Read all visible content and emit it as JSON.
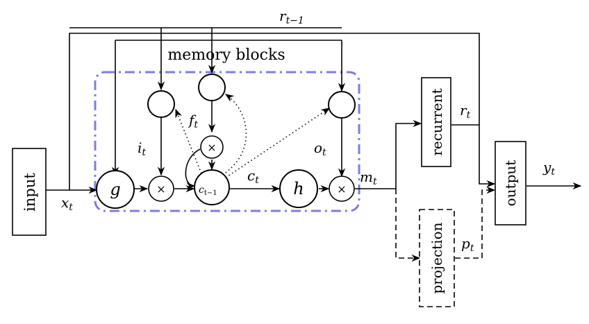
{
  "labels": {
    "memory_blocks": "memory blocks",
    "input": "input",
    "recurrent": "recurrent",
    "output": "output",
    "projection": "projection",
    "g": "g",
    "h": "h",
    "mult": "×",
    "cell": "c",
    "cell_sub": "t−1",
    "c_t": "c",
    "c_t_sub": "t",
    "x_t": "x",
    "x_t_sub": "t",
    "i_t": "i",
    "i_t_sub": "t",
    "f_t": "f",
    "f_t_sub": "t",
    "o_t": "o",
    "o_t_sub": "t",
    "m_t": "m",
    "m_t_sub": "t",
    "r_t": "r",
    "r_t_sub": "t",
    "r_tm1": "r",
    "r_tm1_sub": "t−1",
    "p_t": "p",
    "p_t_sub": "t",
    "y_t": "y",
    "y_t_sub": "t"
  },
  "colors": {
    "block_border": "#7b7ce8",
    "stroke": "#000000",
    "background": "#ffffff"
  }
}
